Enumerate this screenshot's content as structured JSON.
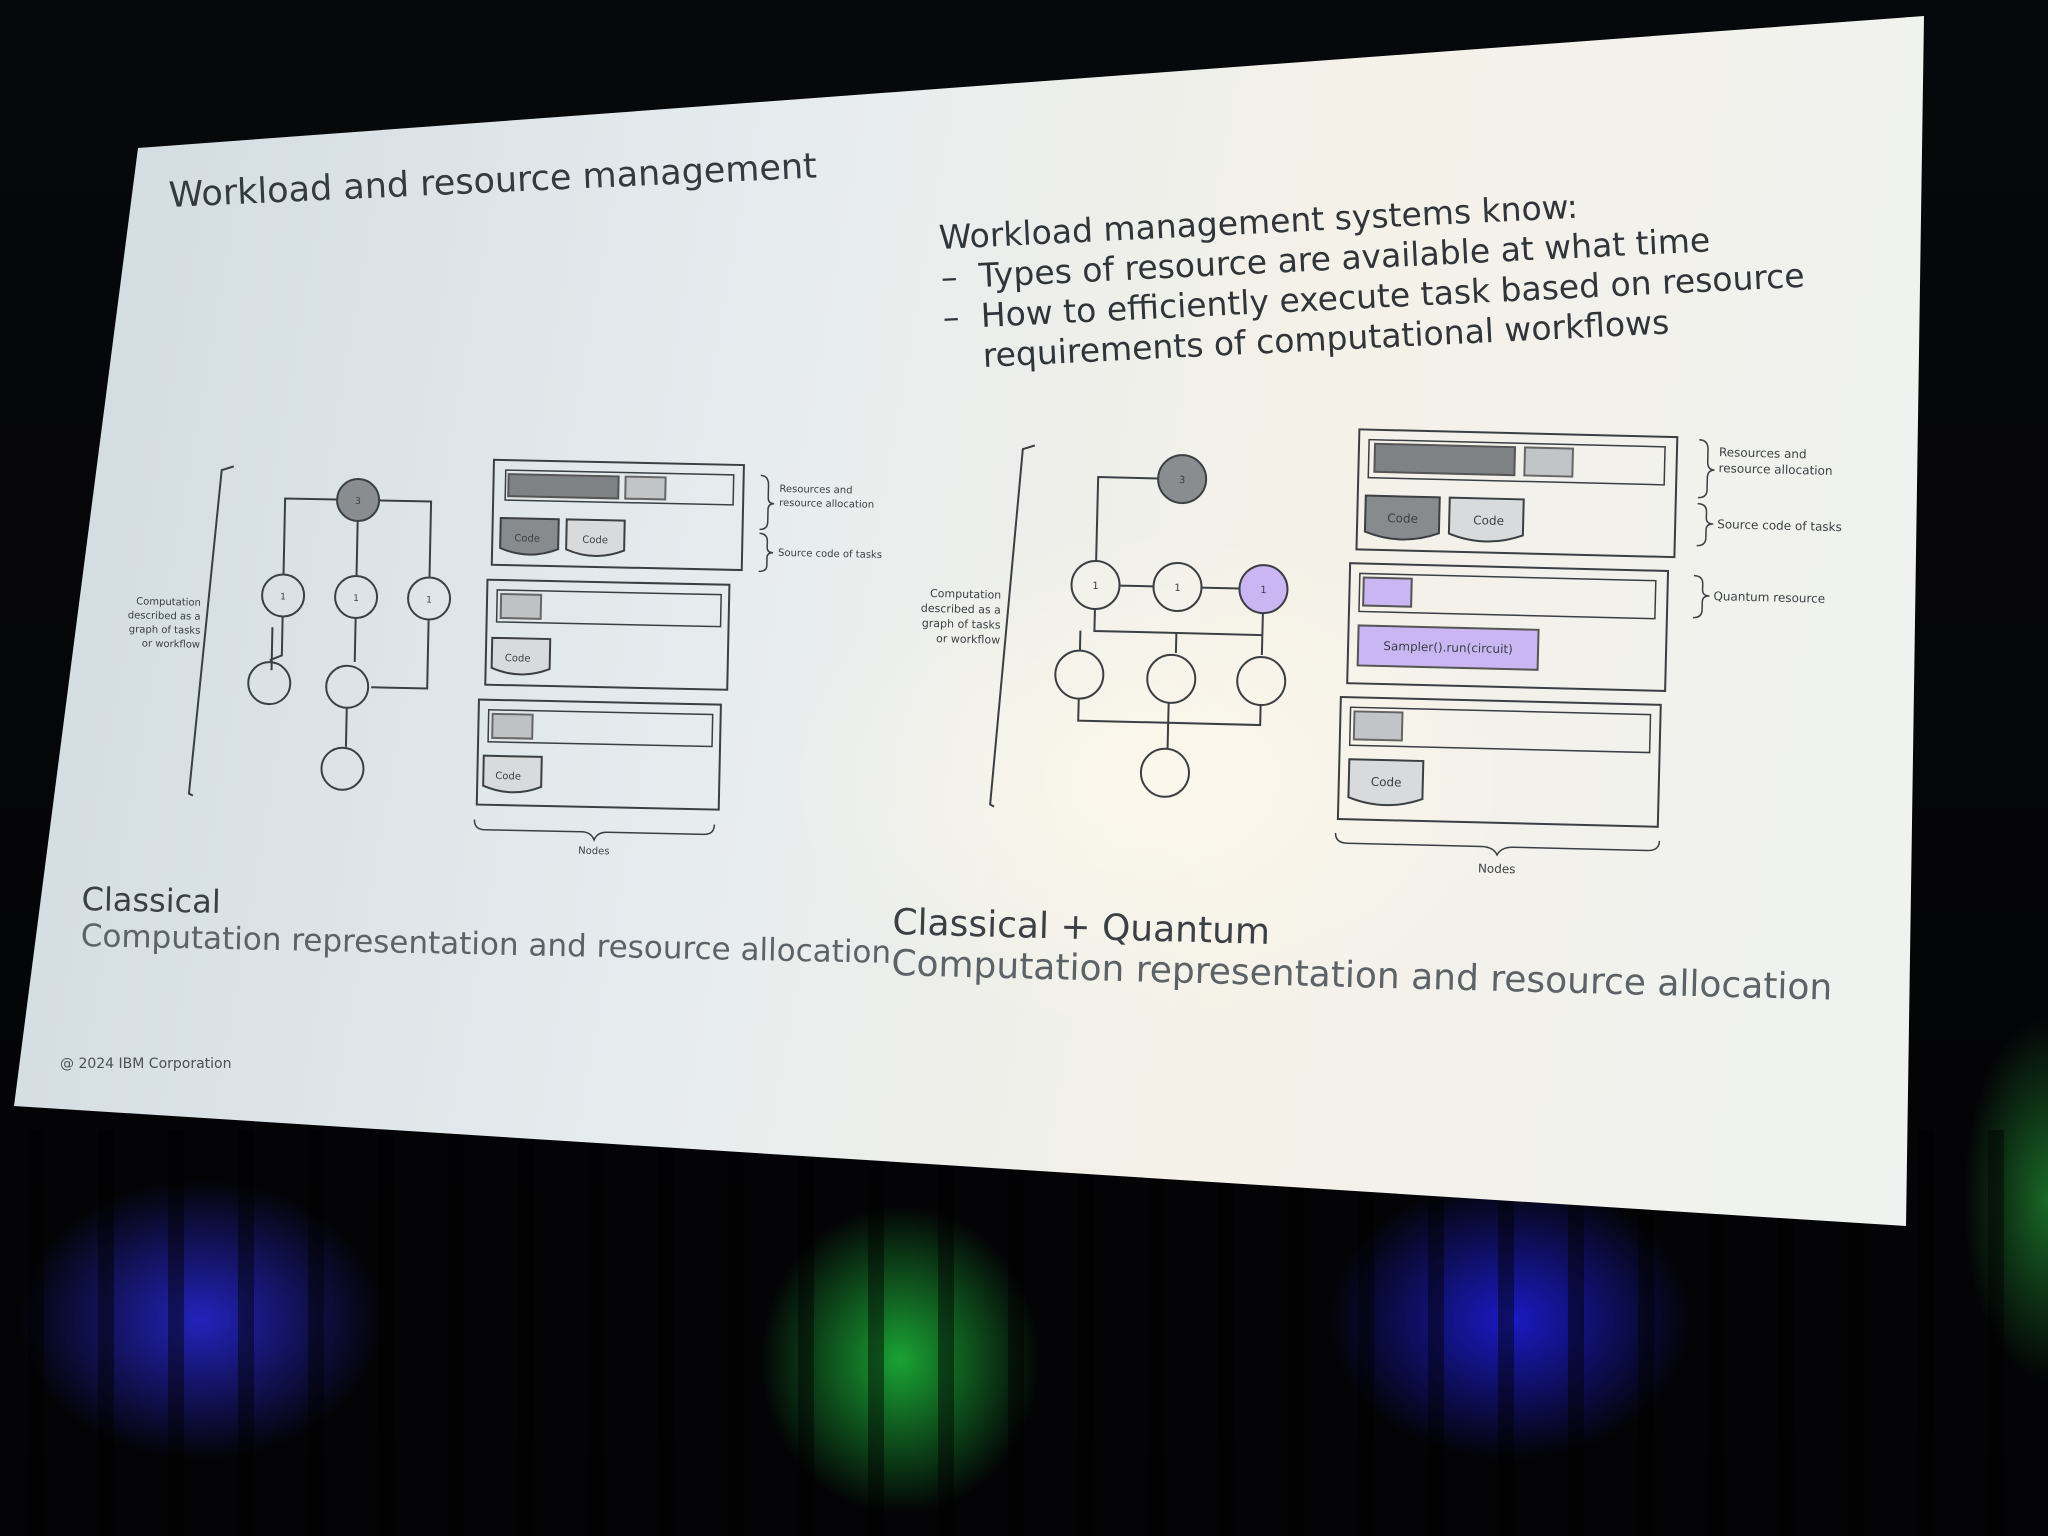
{
  "slide": {
    "title": "Workload and resource management",
    "lead": "Workload management systems know:",
    "bullets": [
      {
        "dash": "–",
        "text": "Types of resource are available at what time"
      },
      {
        "dash": "–",
        "text": "How to efficiently execute task based on resource"
      },
      {
        "dash": "",
        "text": "requirements of computational workflows"
      }
    ],
    "copyright": "@ 2024 IBM Corporation"
  },
  "left_panel": {
    "caption_main": "Classical",
    "caption_sub": "Computation representation and resource allocation",
    "graph_label": [
      "Computation",
      "described as a",
      "graph of tasks",
      "or workflow"
    ],
    "brace_resources": [
      "Resources and",
      "resource allocation"
    ],
    "brace_source": "Source code of tasks",
    "nodes_label": "Nodes",
    "code_label": "Code",
    "top_node": "3",
    "mid_nodes": [
      "1",
      "1",
      "1"
    ]
  },
  "right_panel": {
    "caption_main": "Classical + Quantum",
    "caption_sub": "Computation representation and resource allocation",
    "graph_label": [
      "Computation",
      "described as a",
      "graph of tasks",
      "or workflow"
    ],
    "brace_resources": [
      "Resources and",
      "resource allocation"
    ],
    "brace_source": "Source code of tasks",
    "brace_quantum": "Quantum resource",
    "nodes_label": "Nodes",
    "code_label": "Code",
    "sampler_label": "Sampler().run(circuit)",
    "top_node": "3",
    "mid_nodes": [
      "1",
      "1",
      "1"
    ],
    "quantum_color": "#c9b6f2"
  }
}
